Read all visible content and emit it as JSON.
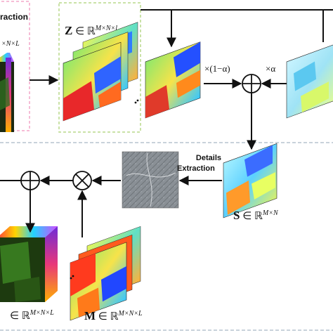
{
  "labels": {
    "extraction_top": "raction",
    "x_dims": "×N×L",
    "z_symbol": "Z",
    "z_space": "∈ ℝ",
    "z_dims": "M×N×l",
    "one_minus_alpha": "×(1−α)",
    "alpha": "×α",
    "details": "Details",
    "extraction": "Extraction",
    "s_symbol": "S",
    "s_space": "∈ ℝ",
    "s_dims": "M×N",
    "m_symbol": "M",
    "m_space": "∈ ℝ",
    "m_dims": "M×N×L",
    "out_space": "∈ ℝ",
    "out_dims": "M×N×L"
  },
  "colors": {
    "arrow": "#111111",
    "pink_dashed": "#f4a6c8",
    "green_dashed": "#b8d98a",
    "separator": "#b7c4cf",
    "detail_gray": "#8a9096"
  },
  "operators": {
    "sum": "⊕",
    "product": "⊗"
  }
}
